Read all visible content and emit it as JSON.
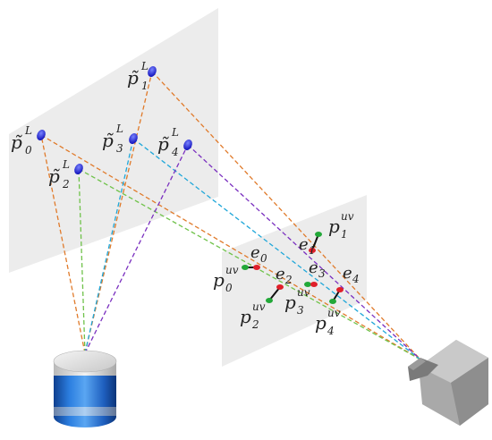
{
  "diagram": {
    "lidar_points": [
      {
        "id": "p0",
        "base": "p̃",
        "sub": "0",
        "sup": "L"
      },
      {
        "id": "p1",
        "base": "p̃",
        "sub": "1",
        "sup": "L"
      },
      {
        "id": "p2",
        "base": "p̃",
        "sub": "2",
        "sup": "L"
      },
      {
        "id": "p3",
        "base": "p̃",
        "sub": "3",
        "sup": "L"
      },
      {
        "id": "p4",
        "base": "p̃",
        "sub": "4",
        "sup": "L"
      }
    ],
    "image_points": [
      {
        "id": "uv0",
        "base": "p",
        "sub": "0",
        "sup": "uv"
      },
      {
        "id": "uv1",
        "base": "p",
        "sub": "1",
        "sup": "uv"
      },
      {
        "id": "uv2",
        "base": "p",
        "sub": "2",
        "sup": "uv"
      },
      {
        "id": "uv3",
        "base": "p",
        "sub": "3",
        "sup": "uv"
      },
      {
        "id": "uv4",
        "base": "p",
        "sub": "4",
        "sup": "uv"
      }
    ],
    "errors": [
      {
        "id": "e0",
        "base": "e",
        "sub": "0"
      },
      {
        "id": "e1",
        "base": "e",
        "sub": "1"
      },
      {
        "id": "e2",
        "base": "e",
        "sub": "2"
      },
      {
        "id": "e3",
        "base": "e",
        "sub": "3"
      },
      {
        "id": "e4",
        "base": "e",
        "sub": "4"
      }
    ],
    "ray_colors": {
      "p0": "#e07a2a",
      "p1": "#e07a2a",
      "p2": "#6fc24a",
      "p3": "#1fa7d9",
      "p4": "#7a2fbf"
    },
    "colors": {
      "plane": "#ececec",
      "lidar_point": "#1010d8",
      "projected_point": "#e0202a",
      "observed_point": "#22a838",
      "lidar_body": "#1b62c7",
      "camera_body": "#9e9e9e"
    }
  }
}
